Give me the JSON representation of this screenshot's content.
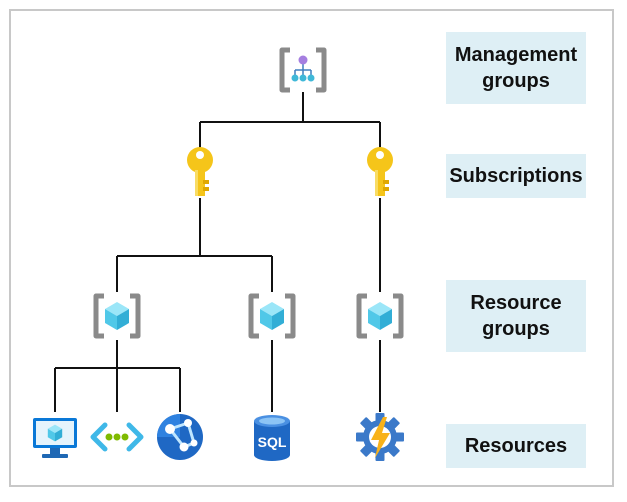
{
  "labels": {
    "management_groups": "Management groups",
    "subscriptions": "Subscriptions",
    "resource_groups": "Resource groups",
    "resources": "Resources"
  },
  "resources": {
    "sql_text": "SQL"
  },
  "colors": {
    "label_background": "#deeff5",
    "connector": "#111111",
    "key": "#f5c51a",
    "cube": "#50c8e8",
    "bracket": "#8a8a8a",
    "vm_blue": "#0a78d7",
    "gear_blue": "#3b79c9"
  }
}
